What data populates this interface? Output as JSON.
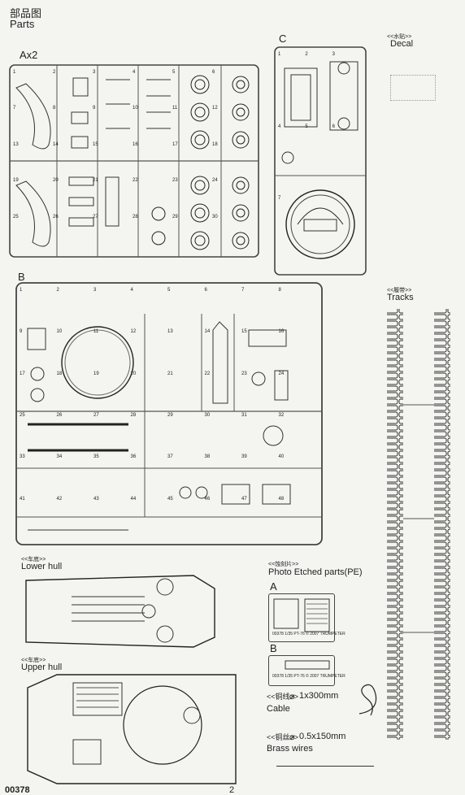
{
  "header": {
    "title_cn": "部品图",
    "title_en": "Parts"
  },
  "sprue_a": {
    "name": "Ax2"
  },
  "sprue_b": {
    "name": "B"
  },
  "sprue_c": {
    "name": "C"
  },
  "decal": {
    "cn": "<<水贴>>",
    "en": "Decal"
  },
  "tracks": {
    "cn": "<<履带>>",
    "en": "Tracks"
  },
  "lower_hull": {
    "cn": "<<车底>>",
    "en": "Lower hull"
  },
  "upper_hull": {
    "cn": "<<车底>>",
    "en": "Upper hull"
  },
  "photo_etched": {
    "cn": "<<蚀刻片>>",
    "en": "Photo Etched parts(PE)",
    "fret_a": "A",
    "fret_b": "B",
    "fret_a_text": "00378 1/35 PT-76 © 2007 TRUMPETER",
    "fret_b_text": "00378 1/35 PT-76 © 2007 TRUMPETER"
  },
  "cable": {
    "cn": "<<铜线>>",
    "size": "1x300mm",
    "en": "Cable"
  },
  "brass": {
    "cn": "<<铜丝>>",
    "size": "0.5x150mm",
    "en": "Brass wires"
  },
  "footer": {
    "code": "00378",
    "page": "2"
  },
  "part_numbers_a": [
    "1",
    "2",
    "3",
    "4",
    "5",
    "6",
    "7",
    "8",
    "9",
    "10",
    "11",
    "12",
    "13",
    "14",
    "15",
    "16",
    "17",
    "18",
    "19",
    "20",
    "21",
    "22",
    "23",
    "24",
    "25",
    "26",
    "27",
    "28",
    "29",
    "30"
  ],
  "part_numbers_b": [
    "1",
    "2",
    "3",
    "4",
    "5",
    "6",
    "7",
    "8",
    "9",
    "10",
    "11",
    "12",
    "13",
    "14",
    "15",
    "16",
    "17",
    "18",
    "19",
    "20",
    "21",
    "22",
    "23",
    "24",
    "25",
    "26",
    "27",
    "28",
    "29",
    "30",
    "31",
    "32",
    "33",
    "34",
    "35",
    "36",
    "37",
    "38",
    "39",
    "40",
    "41",
    "42",
    "43",
    "44",
    "45",
    "46",
    "47",
    "48"
  ],
  "part_numbers_c": [
    "1",
    "2",
    "3",
    "4",
    "5",
    "6",
    "7"
  ]
}
